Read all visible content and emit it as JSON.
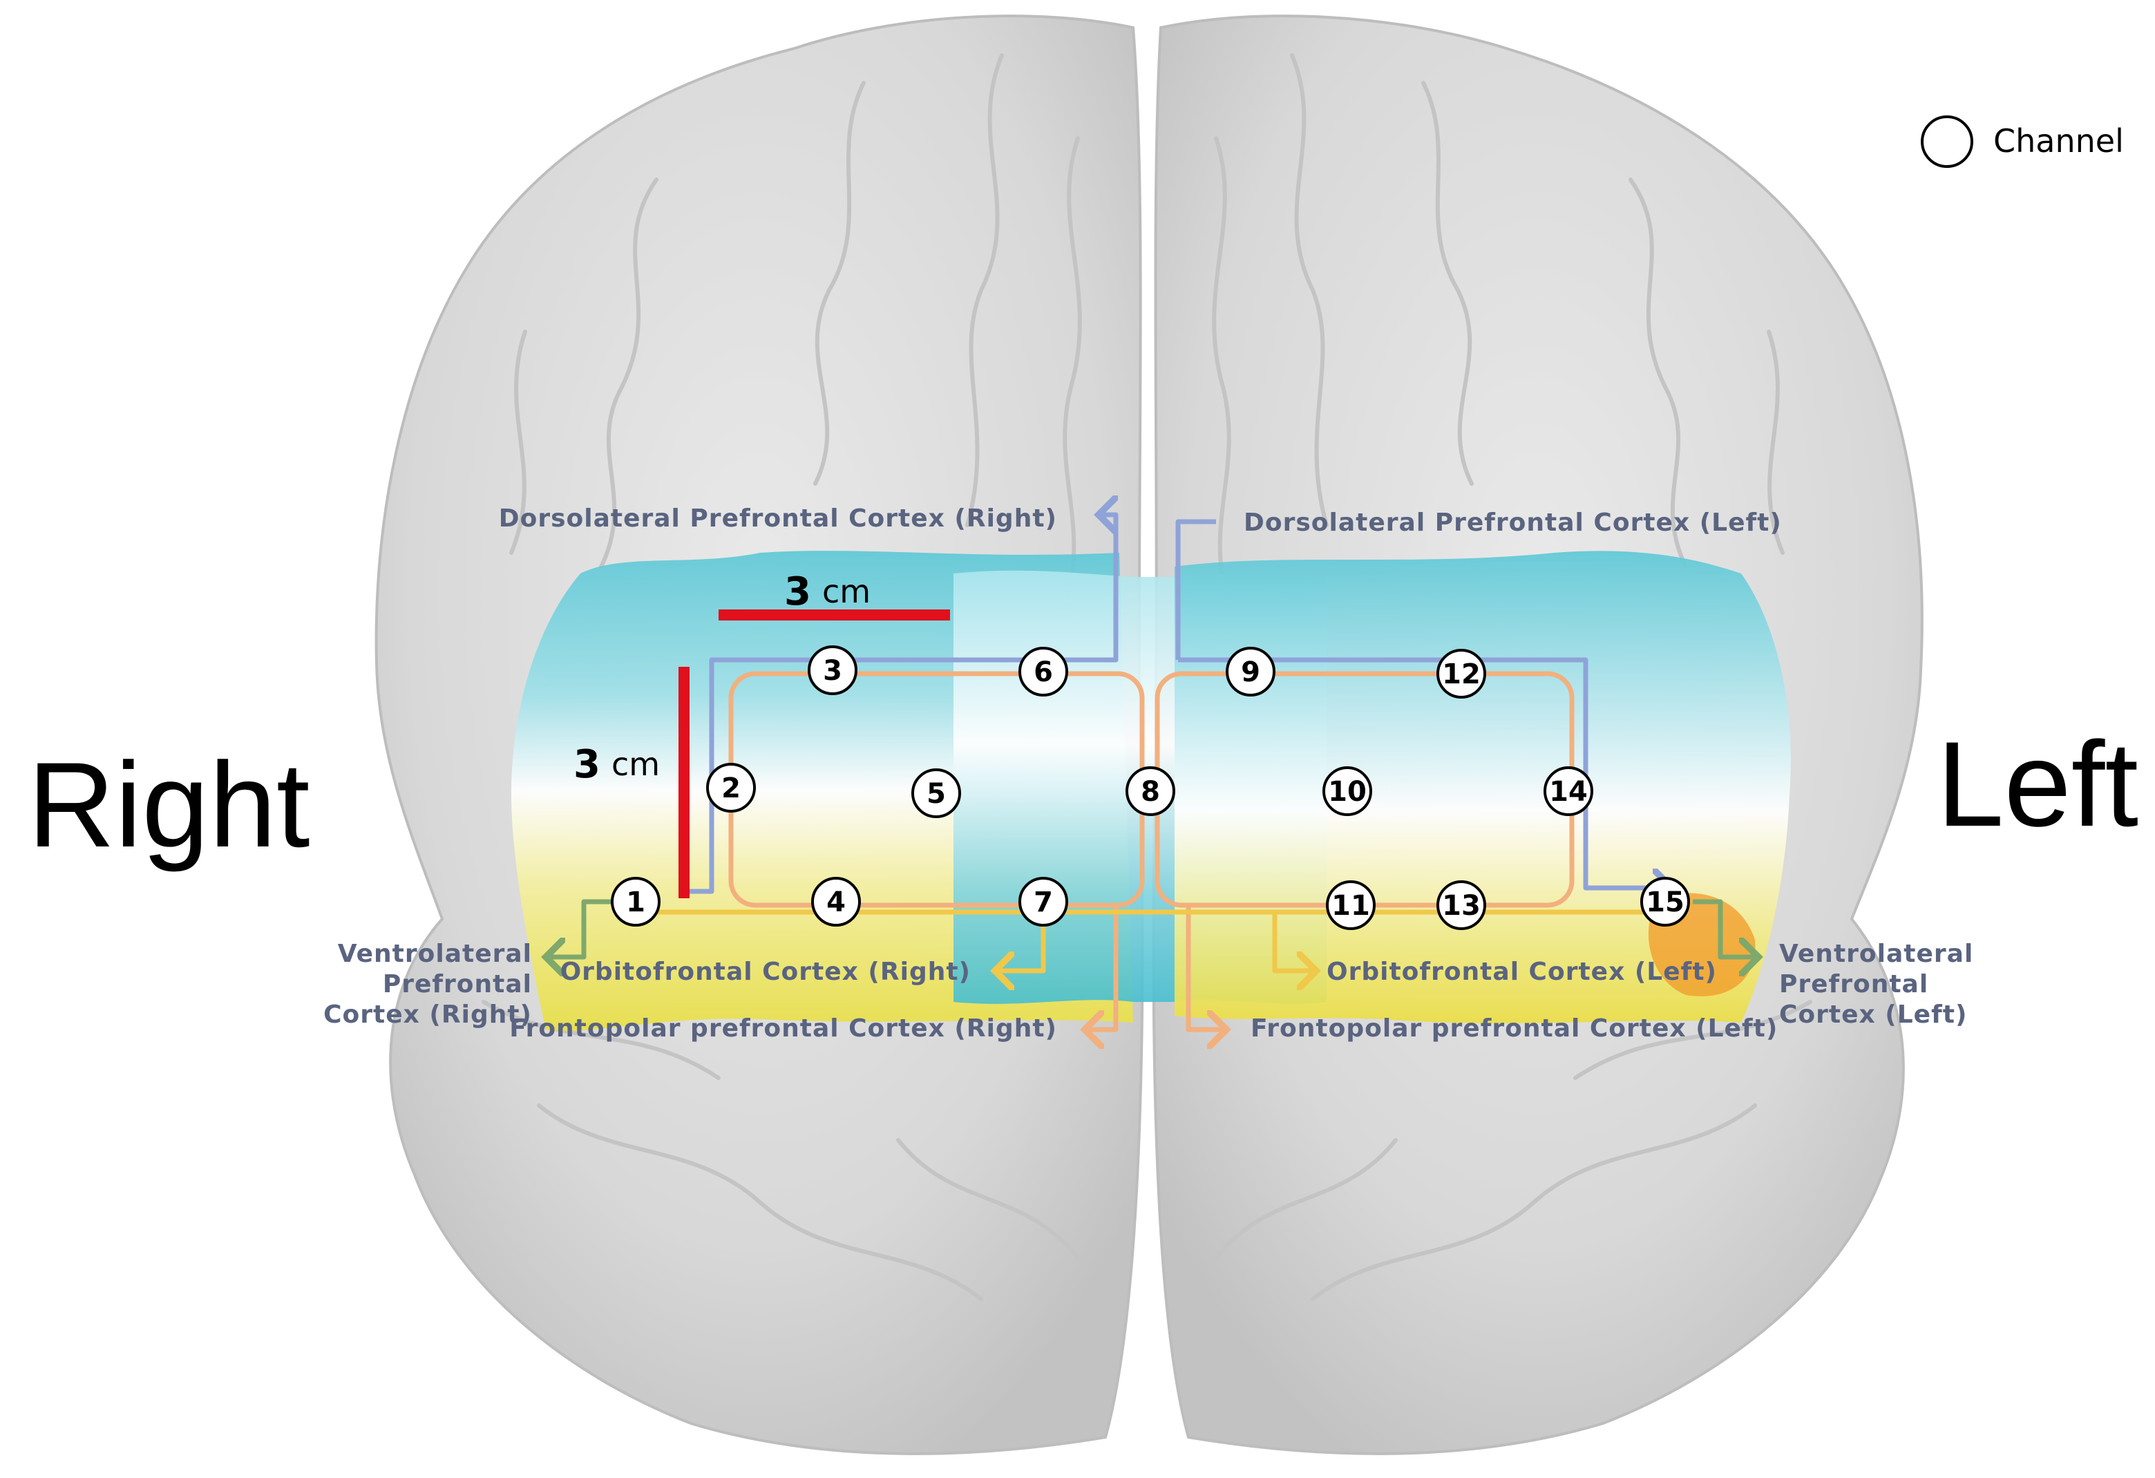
{
  "sides": {
    "right": "Right",
    "left": "Left"
  },
  "legend": {
    "label": "Channel"
  },
  "scale": {
    "horizontal_value": "3",
    "horizontal_unit": "cm",
    "vertical_value": "3",
    "vertical_unit": "cm"
  },
  "regions": {
    "dlpfc_right": "Dorsolateral Prefrontal Cortex (Right)",
    "dlpfc_left": "Dorsolateral Prefrontal Cortex (Left)",
    "vlpfc_right": [
      "Ventrolateral",
      "Prefrontal",
      "Cortex (Right)"
    ],
    "vlpfc_left": [
      "Ventrolateral",
      "Prefrontal",
      "Cortex (Left)"
    ],
    "ofc_right": "Orbitofrontal Cortex (Right)",
    "ofc_left": "Orbitofrontal Cortex (Left)",
    "fppfc_right": "Frontopolar prefrontal Cortex (Right)",
    "fppfc_left": "Frontopolar prefrontal Cortex (Left)"
  },
  "channels": [
    "1",
    "2",
    "3",
    "4",
    "5",
    "6",
    "7",
    "8",
    "9",
    "10",
    "11",
    "12",
    "13",
    "14",
    "15"
  ],
  "colors": {
    "scale_bar": "#e0101c",
    "dlpfc_line": "#8fa3d8",
    "frontopolar_line": "#f2b07e",
    "orbitofrontal_line": "#f0c84a",
    "ventrolateral_line": "#7fa86c",
    "region_text": "#5a6480",
    "brain": "#dcdcdc",
    "activation_cyan": "#5ec8d6",
    "activation_yellow": "#efe67a",
    "activation_orange": "#f29a28"
  },
  "icons": {
    "legend": "channel-circle-icon",
    "brain": "brain-illustration"
  }
}
